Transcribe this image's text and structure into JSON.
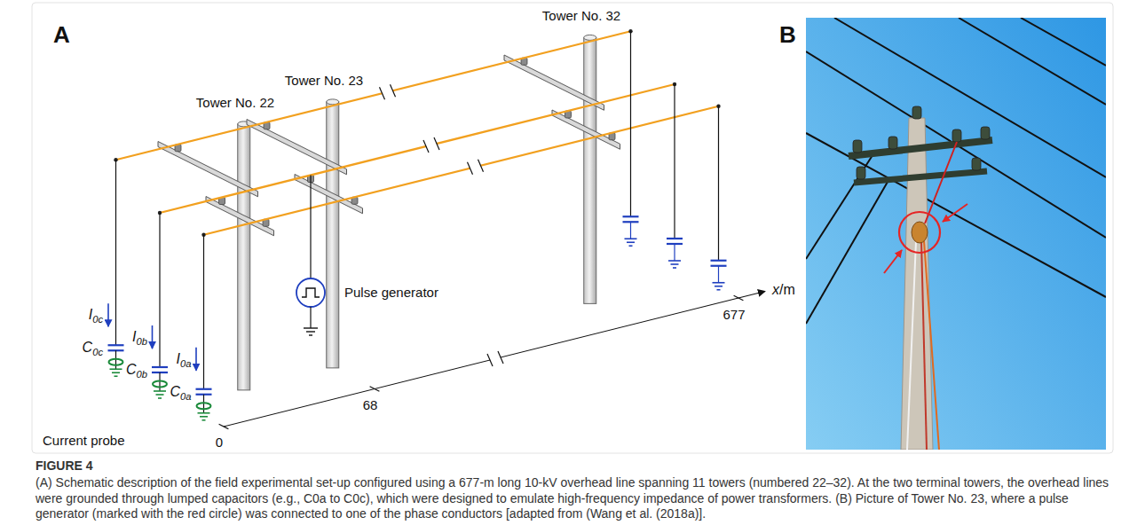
{
  "diagram": {
    "caption": "(A) Schematic description of the field experimental set-up configured using a 677-m long 10-kV overhead line spanning 11 towers (numbered 22–32). At the two terminal towers, the overhead lines were grounded through lumped capacitors (e.g., C0a to C0c), which were designed to emulate high-frequency impedance of power transformers. (B) Picture of Tower No. 23, where a pulse generator (marked with the red circle) was connected to one of the phase conductors [adapted from (Wang et al. (2018a)].",
    "labels": [
      "A",
      "Tower No. 22",
      "Tower No. 23",
      "Tower No. 32",
      "Pulse generator",
      "I0c",
      "C0c",
      "I0b",
      "C0b",
      "I0a",
      "C0a",
      "Current probe",
      "0",
      "68",
      "677",
      "x/m",
      "B",
      "FIGURE 4"
    ]
  }
}
